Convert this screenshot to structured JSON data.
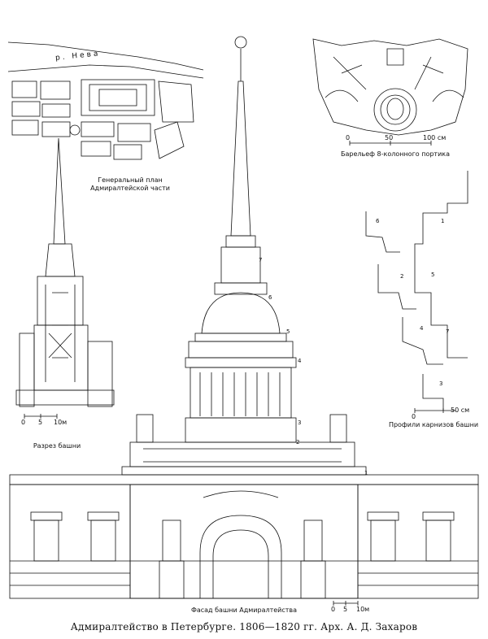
{
  "plan": {
    "river": "р. Нева",
    "title_line1": "Генеральный план",
    "title_line2": "Адмиралтейской части"
  },
  "relief": {
    "title": "Барельеф 8-колонного портика",
    "scale": [
      "0",
      "50",
      "100 см"
    ]
  },
  "section": {
    "title": "Разрез башни",
    "scale": [
      "0",
      "5",
      "10м"
    ]
  },
  "profiles": {
    "title": "Профили карнизов башни",
    "scale": [
      "0",
      "50 см"
    ],
    "numbers": [
      "1",
      "2",
      "3",
      "4",
      "5",
      "6",
      "7"
    ]
  },
  "facade": {
    "title": "Фасад башни Адмиралтейства",
    "scale": [
      "0",
      "5",
      "10м"
    ],
    "tower_marks": [
      "1",
      "2",
      "3",
      "4",
      "5",
      "6",
      "7"
    ]
  },
  "caption": "Адмиралтейство в Петербурге. 1806—1820 гг. Арх. А. Д. Захаров"
}
